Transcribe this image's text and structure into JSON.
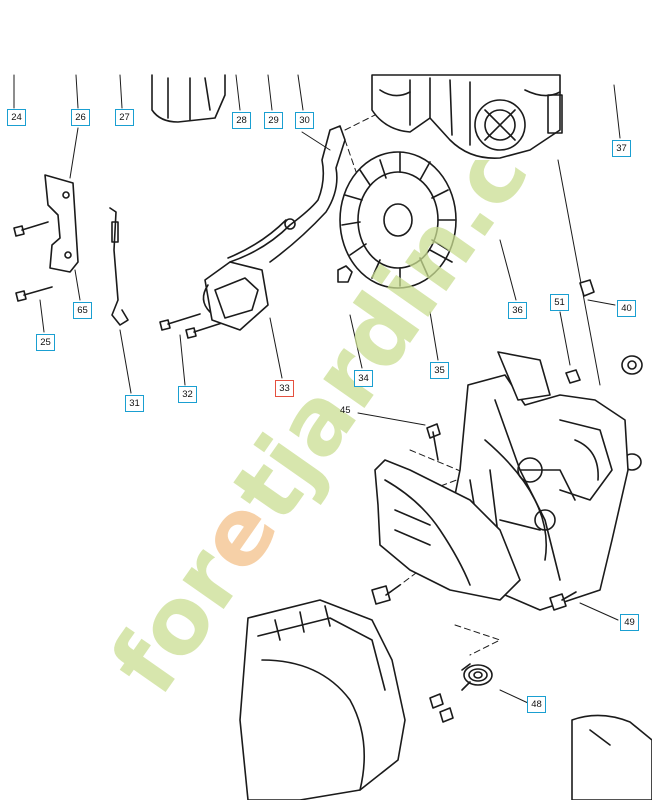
{
  "labels": {
    "p24": "24",
    "p26": "26",
    "p27": "27",
    "p28": "28",
    "p29": "29",
    "p30": "30",
    "p37": "37",
    "p25": "25",
    "p65": "65",
    "p31": "31",
    "p32": "32",
    "p33": "33",
    "p34": "34",
    "p35": "35",
    "p36": "36",
    "p51": "51",
    "p40": "40",
    "p45": "45",
    "p49": "49",
    "p48": "48"
  },
  "highlight_color": "#e4503f",
  "tag_border_color": "#1a9fd1",
  "watermark": {
    "text": "foretjardin.com",
    "colors": [
      "#c9dd91",
      "#f3c08a"
    ]
  }
}
